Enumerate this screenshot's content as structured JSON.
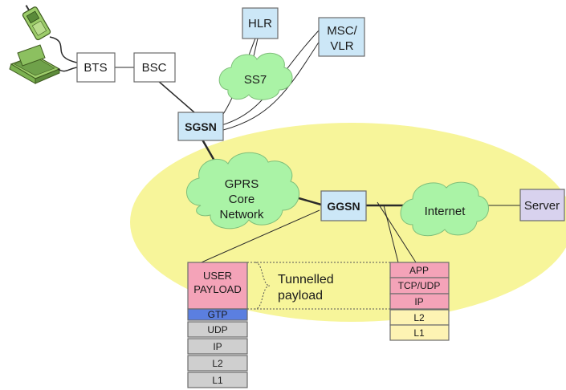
{
  "nodes": {
    "hlr": "HLR",
    "msc_vlr_line1": "MSC/",
    "msc_vlr_line2": "VLR",
    "bts": "BTS",
    "bsc": "BSC",
    "ss7": "SS7",
    "sgsn": "SGSN",
    "gprs_line1": "GPRS",
    "gprs_line2": "Core",
    "gprs_line3": "Network",
    "ggsn": "GGSN",
    "internet": "Internet",
    "server": "Server"
  },
  "left_stack": {
    "payload_line1": "USER",
    "payload_line2": "PAYLOAD",
    "layers": [
      "GTP",
      "UDP",
      "IP",
      "L2",
      "L1"
    ]
  },
  "tunnel_label_line1": "Tunnelled",
  "tunnel_label_line2": "payload",
  "right_stack": {
    "layers": [
      "APP",
      "TCP/UDP",
      "IP",
      "L2",
      "L1"
    ]
  },
  "colors": {
    "gprs_domain": "#f7f59a",
    "node_fill": "#cce7f7",
    "server_fill": "#d8d2ee",
    "cloud_fill": "#aaf3a6",
    "payload_fill": "#f4a3b8",
    "gtp_fill": "#5b7fe0",
    "lower_layer_fill": "#cfcfcf",
    "link_layer_fill": "#fdf3b3"
  }
}
